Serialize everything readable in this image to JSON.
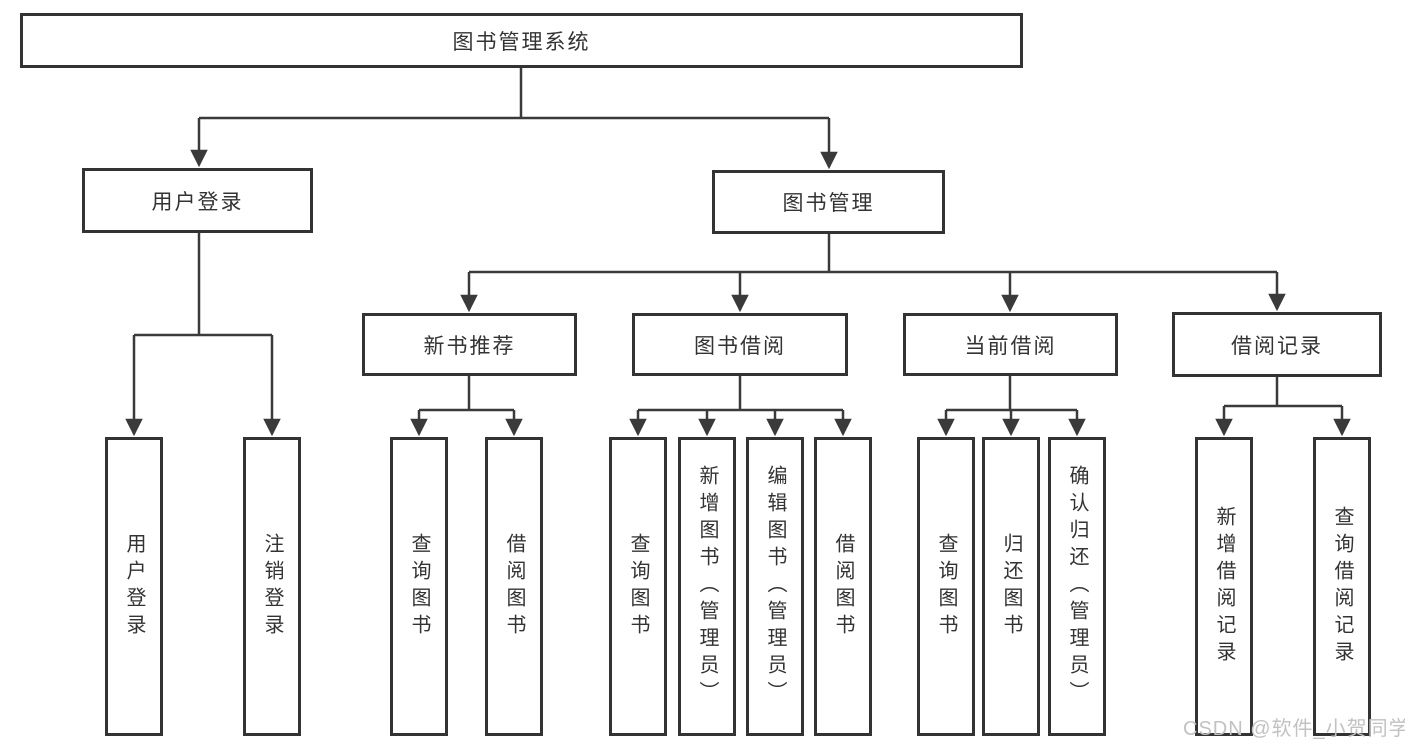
{
  "diagram": {
    "watermark": "CSDN @软件_小贺同学",
    "colors": {
      "background": "#ffffff",
      "line": "#3a3a3a",
      "text": "#333333",
      "watermark": "#c3c1c1"
    },
    "tree": {
      "label": "图书管理系统",
      "children": [
        {
          "label": "用户登录",
          "children": [
            {
              "label": "用户登录"
            },
            {
              "label": "注销登录"
            }
          ]
        },
        {
          "label": "图书管理",
          "children": [
            {
              "label": "新书推荐",
              "children": [
                {
                  "label": "查询图书"
                },
                {
                  "label": "借阅图书"
                }
              ]
            },
            {
              "label": "图书借阅",
              "children": [
                {
                  "label": "查询图书"
                },
                {
                  "label": "新增图书（管理员）"
                },
                {
                  "label": "编辑图书（管理员）"
                },
                {
                  "label": "借阅图书"
                }
              ]
            },
            {
              "label": "当前借阅",
              "children": [
                {
                  "label": "查询图书"
                },
                {
                  "label": "归还图书"
                },
                {
                  "label": "确认归还（管理员）"
                }
              ]
            },
            {
              "label": "借阅记录",
              "children": [
                {
                  "label": "新增借阅记录"
                },
                {
                  "label": "查询借阅记录"
                }
              ]
            }
          ]
        }
      ]
    }
  }
}
